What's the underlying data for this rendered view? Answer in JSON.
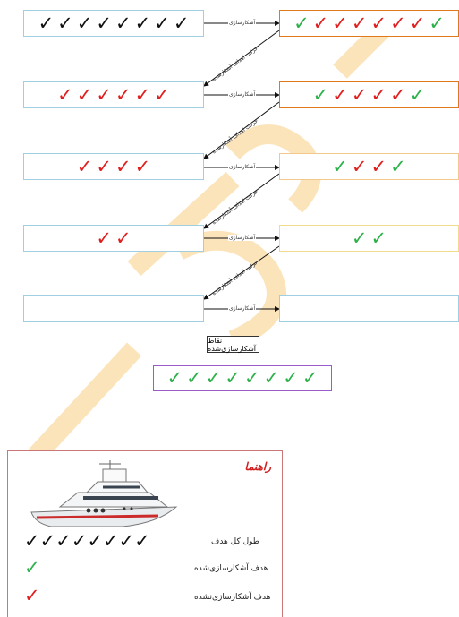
{
  "watermark": "UNICORN",
  "diagram": {
    "arrow_label": "آشکارسازی",
    "diag_label": "حرکت اهداف آشکارشده",
    "rows": [
      {
        "left": {
          "marks": [
            "black",
            "black",
            "black",
            "black",
            "black",
            "black",
            "black",
            "black"
          ]
        },
        "right": {
          "marks": [
            "green",
            "red",
            "red",
            "red",
            "red",
            "red",
            "red",
            "green"
          ]
        }
      },
      {
        "left": {
          "marks": [
            "red",
            "red",
            "red",
            "red",
            "red",
            "red"
          ]
        },
        "right": {
          "marks": [
            "green",
            "red",
            "red",
            "red",
            "red",
            "green"
          ]
        }
      },
      {
        "left": {
          "marks": [
            "red",
            "red",
            "red",
            "red"
          ]
        },
        "right": {
          "marks": [
            "green",
            "red",
            "red",
            "green"
          ]
        }
      },
      {
        "left": {
          "marks": [
            "red",
            "red"
          ]
        },
        "right": {
          "marks": [
            "green",
            "green"
          ]
        }
      },
      {
        "left": {
          "marks": []
        },
        "right": {
          "marks": []
        }
      }
    ],
    "detected_points_label": "نقاط آشکارسازی‌شده",
    "detected_points_marks": [
      "green",
      "green",
      "green",
      "green",
      "green",
      "green",
      "green",
      "green"
    ]
  },
  "legend": {
    "title": "راهنما",
    "rows": [
      {
        "label": "طول کل هدف",
        "marks": [
          "black",
          "black",
          "black",
          "black",
          "black",
          "black",
          "black",
          "black"
        ]
      },
      {
        "label": "هدف آشکارسازی‌شده",
        "marks": [
          "green"
        ]
      },
      {
        "label": "هدف آشکارسازی‌نشده",
        "marks": [
          "red"
        ]
      }
    ]
  },
  "colors": {
    "black": "#111111",
    "red": "#e01e1e",
    "green": "#2db14a",
    "watermark": "#f0a020"
  }
}
